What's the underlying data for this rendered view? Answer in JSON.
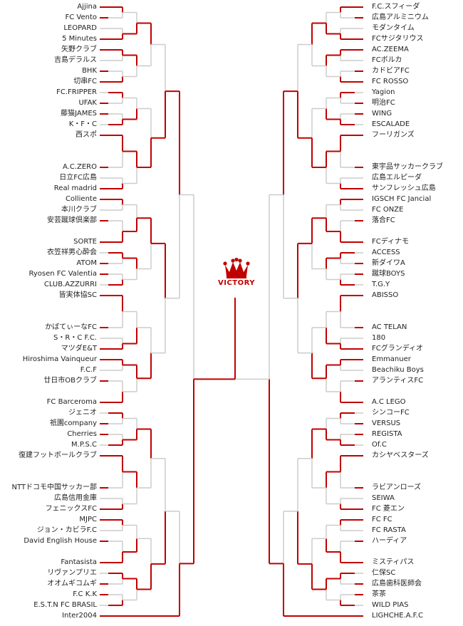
{
  "colors": {
    "win": "#c00000",
    "loss": "#cccccc"
  },
  "victory": {
    "label": "VICTORY",
    "icon": "crown-icon"
  },
  "left_teams": [
    "Ajjina",
    "FC Vento",
    "LEOPARD",
    "5 Minutes",
    "矢野クラブ",
    "吉島デラルス",
    "BHK",
    "切串FC",
    "FC.FRIPPER",
    "UFAK",
    "藤猫JAMES",
    "K・F・C",
    "西スポ",
    "A.C.ZERO",
    "日立FC広島",
    "Real madrid",
    "Colliente",
    "本川クラブ",
    "安芸蹴球倶楽部",
    "SORTE",
    "衣笠祥男心酔会",
    "ATOM",
    "Ryosen FC Valentia",
    "CLUB.AZZURRI",
    "皆実体協SC",
    "かばてぃーなFC",
    "S・R・C F.C.",
    "マツダE&T",
    "Hiroshima Vainqueur",
    "F.C.F",
    "廿日市OBクラブ",
    "FC Barceroma",
    "ジェニオ",
    "祇園company",
    "Cherries",
    "M.P.S.C",
    "復建フットボールクラブ",
    "NTTドコモ中国サッカー部",
    "広島信用金庫",
    "フェニックスFC",
    "MJPC",
    "ジョン・カビラF.C",
    "David English House",
    "Fantasista",
    "リヴァンプリエ",
    "オオムギコムギ",
    "F.C K.K",
    "E.S.T.N FC BRASIL",
    "Inter2004"
  ],
  "right_teams": [
    "F.C.スフィーダ",
    "広島アルミニウム",
    "モダンタイム",
    "FCサジタリウス",
    "AC.ZEEMA",
    "FCボルカ",
    "カドビアFC",
    "FC ROSSO",
    "Yagion",
    "明治FC",
    "WING",
    "ESCALADE",
    "フーリガンズ",
    "東宇品サッカークラブ",
    "広島エルピーダ",
    "サンフレッシュ広島",
    "IGSCH FC Jancial",
    "FC ONZE",
    "落合FC",
    "FCディナモ",
    "ACCESS",
    "新ダイワA",
    "蹴球BOYS",
    "T.G.Y",
    "ABISSO",
    "AC TELAN",
    "180",
    "FCグランディオ",
    "Emmanuer",
    "Beachiku Boys",
    "アランティスFC",
    "A.C LEGO",
    "シンコーFC",
    "VERSUS",
    "REGISTA",
    "Of.C",
    "カシヤベスターズ",
    "ラビアンローズ",
    "SEIWA",
    "FC 菱エン",
    "FC FC",
    "FC RASTA",
    "ハーディア",
    "ミスティパス",
    "仁保SC",
    "広島歯科医師会",
    "茶茶",
    "WILD PIAS",
    "LIGHCHE.A.F.C"
  ]
}
